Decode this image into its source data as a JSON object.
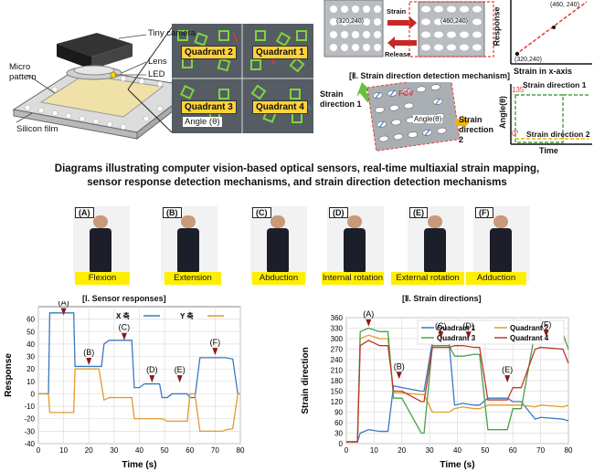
{
  "top_schematic": {
    "camera_label": "Tiny camera",
    "lens_label": "Lens",
    "led_label": "LED",
    "pattern_label": "Micro pattern",
    "film_label": "Silicon film",
    "quadrants": [
      "Quadrant 2",
      "Quadrant 1",
      "Quadrant 3",
      "Quadrant 4"
    ],
    "angle_label": "Angle (θ)"
  },
  "mechanism_I": {
    "coord_before": "(320,240)",
    "coord_after": "(460,240)",
    "strain_label": "Strain",
    "release_label": "Release",
    "plot_ylabel": "Response",
    "plot_xlabel": "Strain in x-axis",
    "plot_point_top": "(460, 240)",
    "plot_point_bottom": "(320,240)"
  },
  "mechanism_II": {
    "title": "[Ⅱ. Strain direction detection mechanism]",
    "strain_dir1": "Strain direction 1",
    "strain_dir2": "Strain direction 2",
    "fov_label": "FOV",
    "angle_label": "Angle(θ)",
    "plot_ylabel": "Angle(θ)",
    "plot_xlabel": "Time",
    "val_high": "135°",
    "val_low": "0°",
    "dir1_label": "Strain direction 1",
    "dir2_label": "Strain direction 2"
  },
  "caption": "Diagrams illustrating computer vision-based optical sensors, real-time multiaxial strain mapping, sensor response detection mechanisms, and strain direction detection mechanisms",
  "motions": [
    {
      "letter": "(A)",
      "name": "Flexion"
    },
    {
      "letter": "(B)",
      "name": "Extension"
    },
    {
      "letter": "(C)",
      "name": "Abduction"
    },
    {
      "letter": "(D)",
      "name": "Internal rotation"
    },
    {
      "letter": "(E)",
      "name": "External rotation"
    },
    {
      "letter": "(F)",
      "name": "Adduction"
    }
  ],
  "chart_data": [
    {
      "type": "line",
      "title": "[Ⅰ. Sensor responses]",
      "xlabel": "Time (s)",
      "ylabel": "Response",
      "xlim": [
        0,
        80
      ],
      "ylim": [
        -40,
        70
      ],
      "xticks": [
        0,
        10,
        20,
        30,
        40,
        50,
        60,
        70,
        80
      ],
      "yticks": [
        -40,
        -30,
        -20,
        -10,
        0,
        10,
        20,
        30,
        40,
        50,
        60
      ],
      "grid": true,
      "legend": "top",
      "annotations": [
        "(A)",
        "(B)",
        "(C)",
        "(D)",
        "(E)",
        "(F)"
      ],
      "annotation_x": [
        10,
        20,
        34,
        45,
        56,
        70
      ],
      "annotation_y": [
        66,
        26,
        46,
        12,
        12,
        34
      ],
      "series": [
        {
          "name": "X 축",
          "color": "#3a78c3",
          "x": [
            0,
            2,
            4,
            4.5,
            14,
            14.5,
            16,
            17,
            24,
            25,
            26,
            28,
            37,
            38,
            40,
            42,
            48,
            49,
            51,
            53,
            59,
            60,
            62,
            64,
            73,
            74,
            77,
            79,
            80
          ],
          "y": [
            0,
            0,
            0,
            65,
            65,
            22,
            22,
            22,
            22,
            22,
            40,
            43,
            43,
            5,
            5,
            8,
            8,
            -3,
            -3,
            0,
            0,
            -3,
            -3,
            29,
            29,
            29,
            28,
            0,
            0
          ]
        },
        {
          "name": "Y 축",
          "color": "#e39a2c",
          "x": [
            0,
            2,
            4,
            4.5,
            14,
            14.5,
            17,
            24,
            26,
            28,
            37,
            38,
            40,
            48,
            49,
            51,
            59,
            60,
            62,
            64,
            73,
            74,
            77,
            79,
            80
          ],
          "y": [
            0,
            0,
            0,
            -15,
            -15,
            20,
            20,
            20,
            -5,
            -3,
            -3,
            -20,
            -20,
            -20,
            -20,
            -22,
            -22,
            0,
            0,
            -30,
            -30,
            -29,
            -28,
            0,
            0
          ]
        }
      ]
    },
    {
      "type": "line",
      "title": "[Ⅱ. Strain directions]",
      "xlabel": "Time (s)",
      "ylabel": "Strain direction",
      "xlim": [
        0,
        80
      ],
      "ylim": [
        0,
        360
      ],
      "xticks": [
        0,
        10,
        20,
        30,
        40,
        50,
        60,
        70,
        80
      ],
      "yticks": [
        0,
        30,
        60,
        90,
        120,
        150,
        180,
        210,
        240,
        270,
        300,
        330,
        360
      ],
      "grid": true,
      "legend": "top",
      "annotations": [
        "(A)",
        "(B)",
        "(C)",
        "(D)",
        "(E)",
        "(F)"
      ],
      "annotation_x": [
        8,
        19,
        34,
        44,
        58,
        72
      ],
      "annotation_y": [
        345,
        195,
        310,
        310,
        185,
        315
      ],
      "series": [
        {
          "name": "Quadrant 1",
          "color": "#3a78c3",
          "x": [
            0,
            2,
            4,
            5,
            8,
            12,
            15,
            17,
            20,
            27,
            28,
            31,
            37,
            39,
            42,
            46,
            48,
            51,
            58,
            60,
            63,
            68,
            70,
            78,
            80
          ],
          "y": [
            5,
            5,
            5,
            30,
            40,
            35,
            35,
            165,
            160,
            150,
            150,
            290,
            290,
            110,
            115,
            110,
            110,
            130,
            130,
            120,
            120,
            70,
            75,
            70,
            65
          ]
        },
        {
          "name": "Quadrant 2",
          "color": "#e39a2c",
          "x": [
            0,
            2,
            4,
            5,
            8,
            12,
            15,
            17,
            20,
            27,
            28,
            31,
            37,
            39,
            42,
            46,
            48,
            51,
            58,
            60,
            63,
            68,
            70,
            78,
            80
          ],
          "y": [
            5,
            5,
            5,
            300,
            310,
            300,
            300,
            145,
            145,
            140,
            140,
            90,
            90,
            100,
            105,
            100,
            100,
            110,
            110,
            110,
            110,
            105,
            110,
            105,
            110
          ]
        },
        {
          "name": "Quadrant 3",
          "color": "#4aa046",
          "x": [
            0,
            2,
            4,
            5,
            8,
            12,
            15,
            17,
            20,
            27,
            28,
            31,
            37,
            39,
            42,
            46,
            48,
            51,
            58,
            60,
            63,
            68,
            70,
            78,
            80
          ],
          "y": [
            5,
            5,
            5,
            320,
            330,
            320,
            320,
            130,
            130,
            30,
            30,
            280,
            280,
            250,
            250,
            255,
            255,
            40,
            40,
            100,
            100,
            320,
            320,
            315,
            270
          ]
        },
        {
          "name": "Quadrant 4",
          "color": "#c0392b",
          "x": [
            0,
            2,
            4,
            5,
            8,
            12,
            15,
            17,
            20,
            27,
            28,
            31,
            37,
            39,
            42,
            46,
            48,
            51,
            58,
            60,
            63,
            68,
            70,
            78,
            80
          ],
          "y": [
            5,
            5,
            5,
            280,
            295,
            280,
            280,
            150,
            150,
            120,
            120,
            275,
            275,
            280,
            280,
            275,
            275,
            125,
            125,
            160,
            160,
            270,
            275,
            270,
            230
          ]
        }
      ]
    }
  ]
}
